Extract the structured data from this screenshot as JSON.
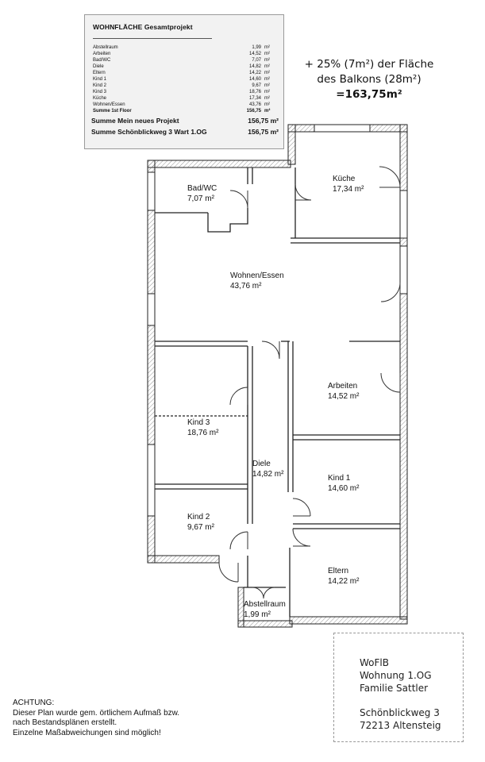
{
  "area_table": {
    "title": "WOHNFLÄCHE Gesamtprojekt",
    "rows": [
      {
        "name": "Abstellraum",
        "value": "1,99",
        "unit": "m²"
      },
      {
        "name": "Arbeiten",
        "value": "14,52",
        "unit": "m²"
      },
      {
        "name": "Bad/WC",
        "value": "7,07",
        "unit": "m²"
      },
      {
        "name": "Diele",
        "value": "14,82",
        "unit": "m²"
      },
      {
        "name": "Eltern",
        "value": "14,22",
        "unit": "m²"
      },
      {
        "name": "Kind 1",
        "value": "14,60",
        "unit": "m²"
      },
      {
        "name": "Kind 2",
        "value": "9,67",
        "unit": "m²"
      },
      {
        "name": "Kind 3",
        "value": "18,76",
        "unit": "m²"
      },
      {
        "name": "Küche",
        "value": "17,34",
        "unit": "m²"
      },
      {
        "name": "Wohnen/Essen",
        "value": "43,76",
        "unit": "m²"
      },
      {
        "name": "Summe 1st Floor",
        "value": "156,75",
        "unit": "m²"
      }
    ],
    "sums": [
      {
        "name": "Summe Mein neues Projekt",
        "value": "156,75 m²"
      },
      {
        "name": "Summe Schönblickweg 3 Wart 1.OG",
        "value": "156,75 m²"
      }
    ]
  },
  "balcony_note": {
    "line1": "+ 25% (7m²) der Fläche",
    "line2": "des Balkons (28m²)",
    "total": "=163,75m²"
  },
  "rooms": {
    "bad": {
      "name": "Bad/WC",
      "area": "7,07 m²"
    },
    "kueche": {
      "name": "Küche",
      "area": "17,34 m²"
    },
    "wohnen": {
      "name": "Wohnen/Essen",
      "area": "43,76 m²"
    },
    "arbeiten": {
      "name": "Arbeiten",
      "area": "14,52 m²"
    },
    "kind3": {
      "name": "Kind 3",
      "area": "18,76 m²"
    },
    "diele": {
      "name": "Diele",
      "area": "14,82 m²"
    },
    "kind1": {
      "name": "Kind 1",
      "area": "14,60 m²"
    },
    "kind2": {
      "name": "Kind 2",
      "area": "9,67 m²"
    },
    "eltern": {
      "name": "Eltern",
      "area": "14,22 m²"
    },
    "abstell": {
      "name": "Abstellraum",
      "area": "1,99 m²"
    }
  },
  "title_block": {
    "line1": "WoFlB",
    "line2": "Wohnung 1.OG",
    "line3": "Familie Sattler",
    "line4": "Schönblickweg 3",
    "line5": "72213 Altensteig"
  },
  "disclaimer": {
    "line1": "ACHTUNG:",
    "line2": "Dieser Plan wurde gem. örtlichem Aufmaß bzw.",
    "line3": "nach Bestandsplänen erstellt.",
    "line4": "Einzelne Maßabweichungen sind möglich!"
  }
}
